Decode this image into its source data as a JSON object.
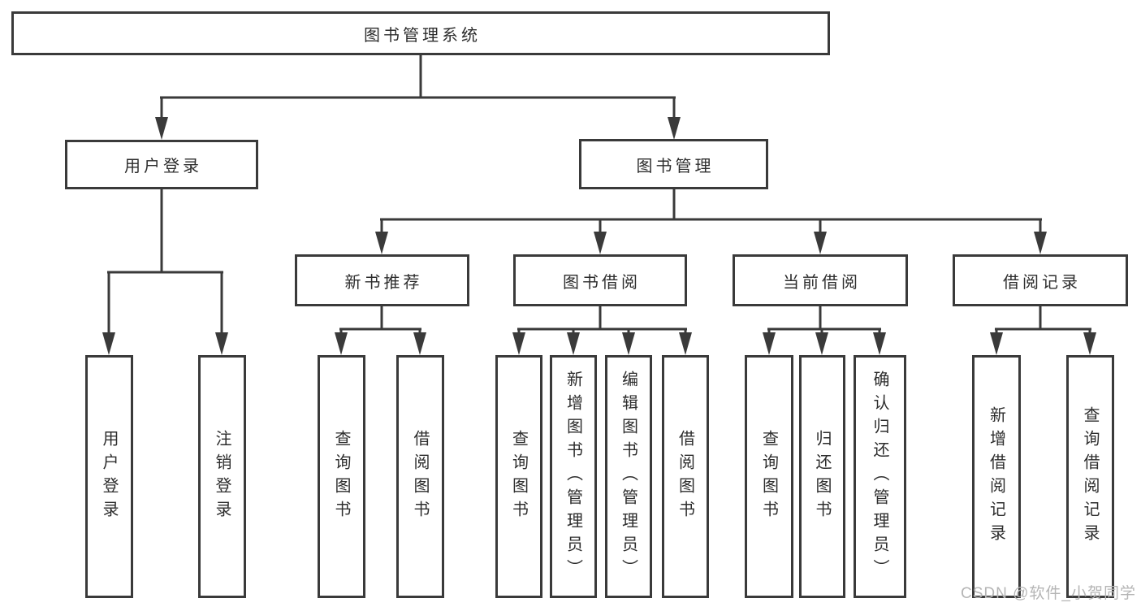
{
  "diagram": {
    "root": {
      "label": "图书管理系统"
    },
    "children": [
      {
        "label": "用户登录",
        "children": [
          {
            "label": "用户登录"
          },
          {
            "label": "注销登录"
          }
        ]
      },
      {
        "label": "图书管理",
        "children": [
          {
            "label": "新书推荐",
            "children": [
              {
                "label": "查询图书"
              },
              {
                "label": "借阅图书"
              }
            ]
          },
          {
            "label": "图书借阅",
            "children": [
              {
                "label": "查询图书"
              },
              {
                "label": "新增图书（管理员）"
              },
              {
                "label": "编辑图书（管理员）"
              },
              {
                "label": "借阅图书"
              }
            ]
          },
          {
            "label": "当前借阅",
            "children": [
              {
                "label": "查询图书"
              },
              {
                "label": "归还图书"
              },
              {
                "label": "确认归还（管理员）"
              }
            ]
          },
          {
            "label": "借阅记录",
            "children": [
              {
                "label": "新增借阅记录"
              },
              {
                "label": "查询借阅记录"
              }
            ]
          }
        ]
      }
    ]
  },
  "watermark": {
    "text": "CSDN @软件_小贺同学"
  },
  "colors": {
    "line": "#3a3a3a",
    "text": "#2d2d2d",
    "watermark": "#b5b5b5",
    "background": "#ffffff"
  }
}
